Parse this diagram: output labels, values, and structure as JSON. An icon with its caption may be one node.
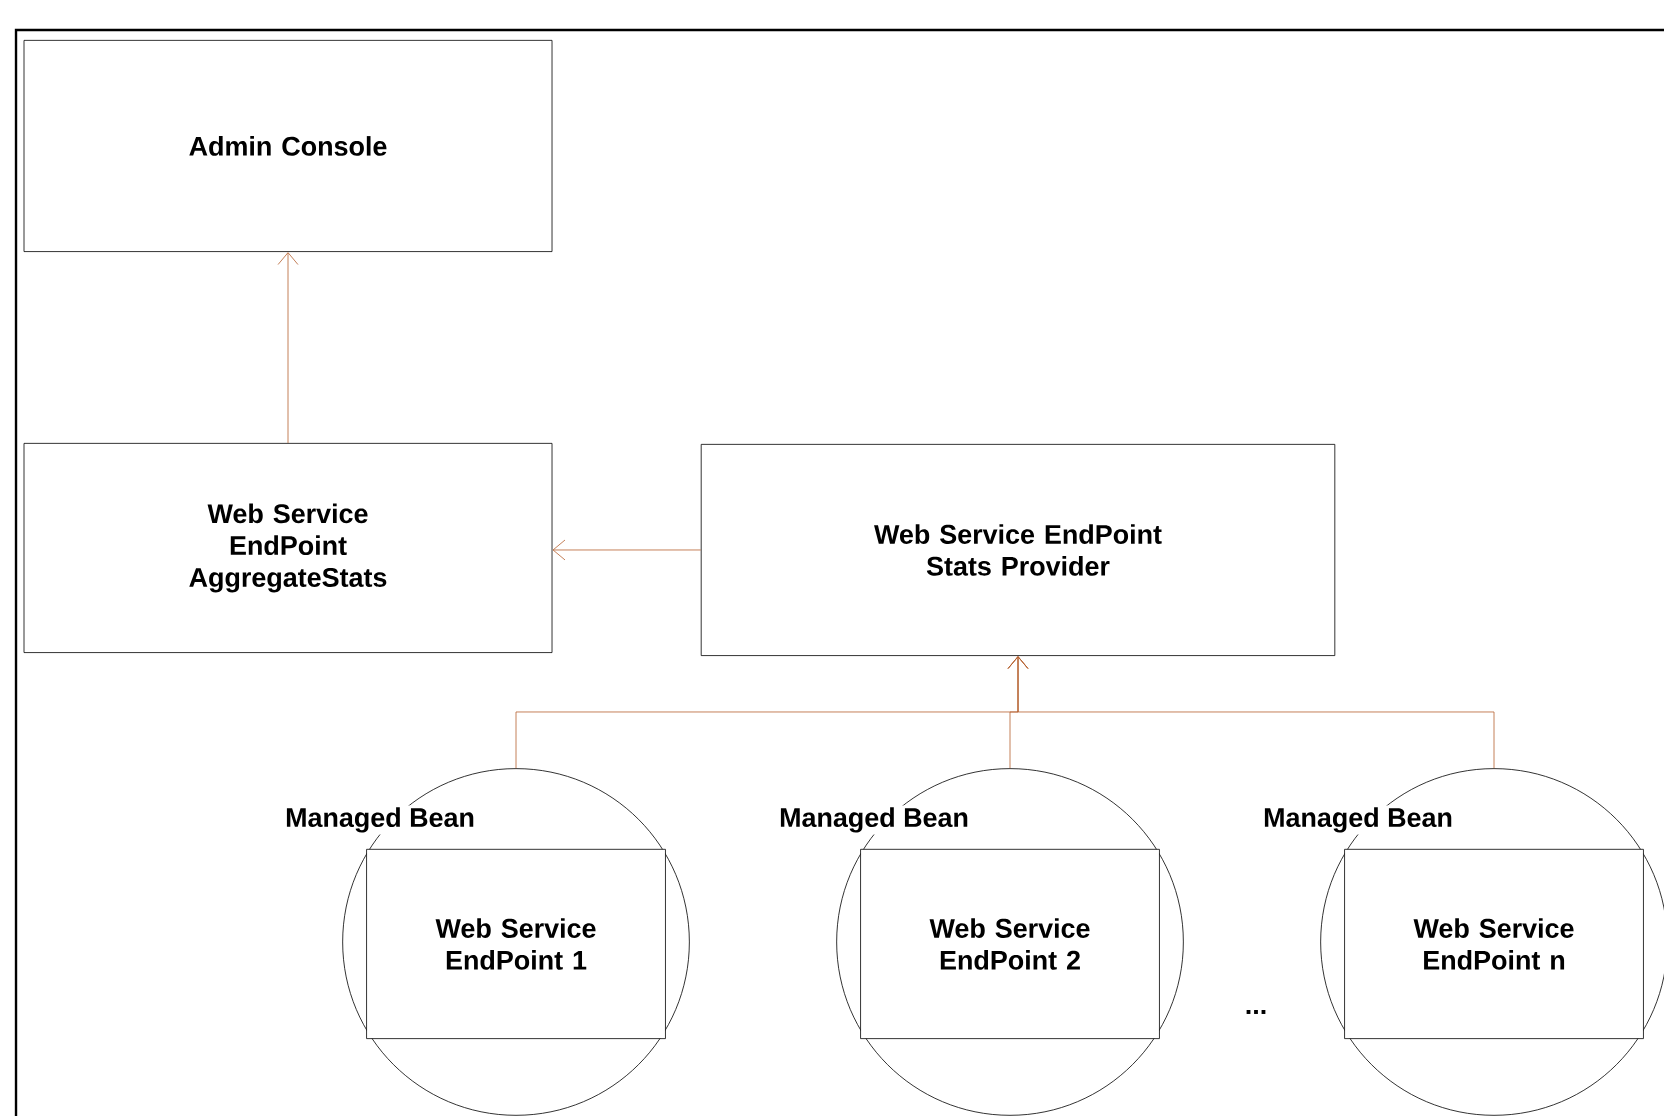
{
  "diagram": {
    "nodes": [
      {
        "text": [
          "Admin Console"
        ]
      },
      {
        "text": [
          "Web Service EndPoint AggregateStats"
        ]
      },
      {
        "text": [
          "Web Service EndPoint Stats Provider"
        ]
      },
      {
        "text": [
          "Managed Bean"
        ]
      },
      {
        "text": [
          "Web Service EndPoint 1"
        ],
        "in": 3
      },
      {
        "text": [
          "Managed Bean"
        ]
      },
      {
        "text": [
          "Web Service EndPoint 2"
        ],
        "in": 5
      },
      {
        "text": [
          "Managed Bean"
        ]
      },
      {
        "text": [
          "Web Service EndPoint n"
        ],
        "in": 7
      }
    ],
    "edges": [
      {
        "from": 1,
        "to": 0,
        "arrow": "to"
      },
      {
        "from": 2,
        "to": 1,
        "arrow": "to"
      },
      {
        "from": 3,
        "to": 2,
        "arrow": "to"
      },
      {
        "from": 5,
        "to": 2,
        "arrow": "to"
      },
      {
        "from": 7,
        "to": 2,
        "arrow": "to"
      }
    ],
    "labels": [
      "..."
    ]
  }
}
